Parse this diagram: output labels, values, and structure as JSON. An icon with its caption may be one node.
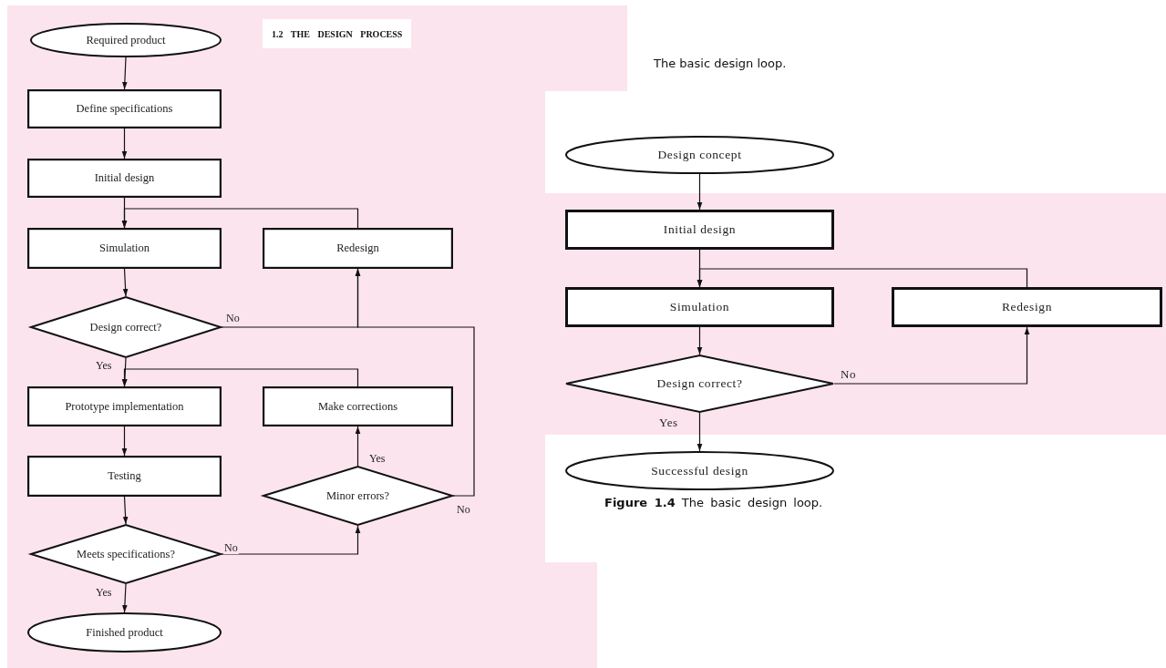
{
  "diagram": {
    "title": "1.2 THE DESIGN PROCESS",
    "caption": "**Figure 1.4** The basic design loop.",
    "nodes": [
      {
        "text": [
          "Required product"
        ]
      },
      {
        "text": [
          "Define specifications"
        ]
      },
      {
        "text": [
          "Initial design"
        ]
      },
      {
        "text": [
          "Simulation"
        ]
      },
      {
        "text": [
          "Redesign"
        ]
      },
      {
        "text": [
          "Design correct?"
        ]
      },
      {
        "text": [
          "Prototype implementation"
        ]
      },
      {
        "text": [
          "Make corrections"
        ]
      },
      {
        "text": [
          "Testing"
        ]
      },
      {
        "text": [
          "Minor errors?"
        ]
      },
      {
        "text": [
          "Meets specifications?"
        ]
      },
      {
        "text": [
          "Finished product"
        ]
      },
      {
        "text": [
          "Design concept"
        ]
      },
      {
        "text": [
          "Initial design"
        ]
      },
      {
        "text": [
          "Simulation"
        ]
      },
      {
        "text": [
          "Redesign"
        ]
      },
      {
        "text": [
          "Design correct?"
        ]
      },
      {
        "text": [
          "Successful design"
        ]
      }
    ],
    "edges": [
      {
        "from": 0,
        "to": 1,
        "arrow": "to"
      },
      {
        "from": 1,
        "to": 2,
        "arrow": "to"
      },
      {
        "from": 2,
        "to": 3,
        "arrow": "to"
      },
      {
        "from": 3,
        "to": 5,
        "arrow": "to"
      },
      {
        "from": 4,
        "to": 3,
        "arrow": "to"
      },
      {
        "from": 5,
        "to": 4,
        "arrow": "to",
        "label": "No"
      },
      {
        "from": 5,
        "to": 6,
        "arrow": "to",
        "label": "Yes"
      },
      {
        "from": 7,
        "to": 6,
        "arrow": "to"
      },
      {
        "from": 6,
        "to": 8,
        "arrow": "to"
      },
      {
        "from": 8,
        "to": 10,
        "arrow": "to"
      },
      {
        "from": 10,
        "to": 9,
        "arrow": "to",
        "label": "No"
      },
      {
        "from": 9,
        "to": 7,
        "arrow": "to",
        "label": "Yes"
      },
      {
        "from": 9,
        "to": 4,
        "arrow": "to",
        "label": "No"
      },
      {
        "from": 10,
        "to": 11,
        "arrow": "to",
        "label": "Yes"
      },
      {
        "from": 12,
        "to": 13,
        "arrow": "to"
      },
      {
        "from": 13,
        "to": 14,
        "arrow": "to"
      },
      {
        "from": 15,
        "to": 14,
        "arrow": "to"
      },
      {
        "from": 14,
        "to": 16,
        "arrow": "to"
      },
      {
        "from": 16,
        "to": 15,
        "arrow": "to",
        "label": "No"
      },
      {
        "from": 16,
        "to": 17,
        "arrow": "to",
        "label": "Yes"
      }
    ],
    "labels": [
      "The basic design loop."
    ]
  }
}
